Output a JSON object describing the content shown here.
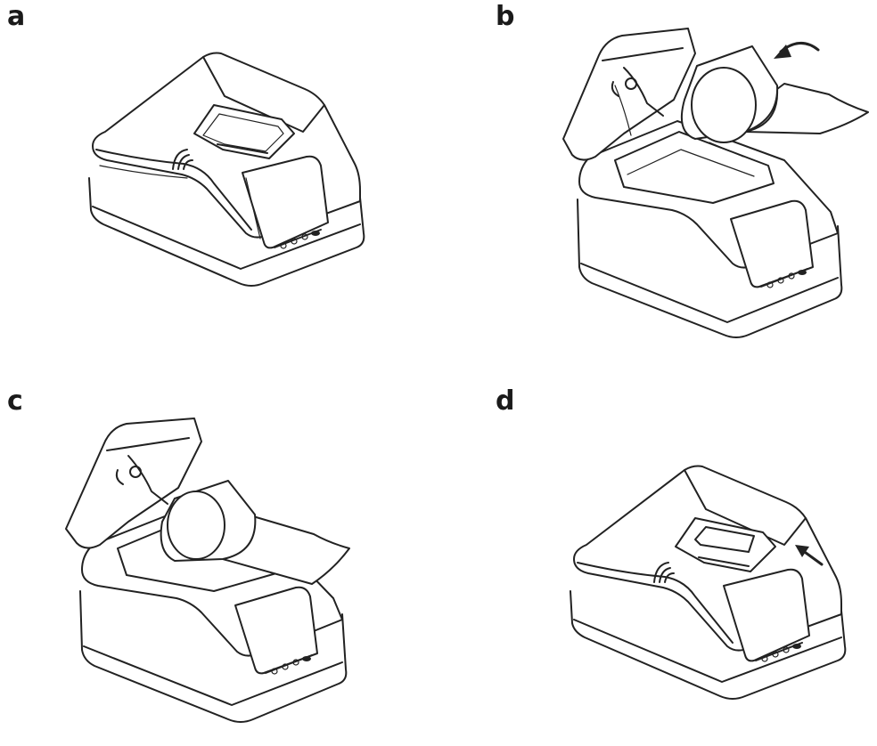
{
  "panels": [
    {
      "label": "a"
    },
    {
      "label": "b"
    },
    {
      "label": "c"
    },
    {
      "label": "d"
    }
  ],
  "icons": {
    "printer": "thermal-printer-icon",
    "paper_roll": "paper-roll-icon",
    "arrow": "arrow-icon"
  },
  "colors": {
    "line": "#222222",
    "background": "#ffffff"
  }
}
